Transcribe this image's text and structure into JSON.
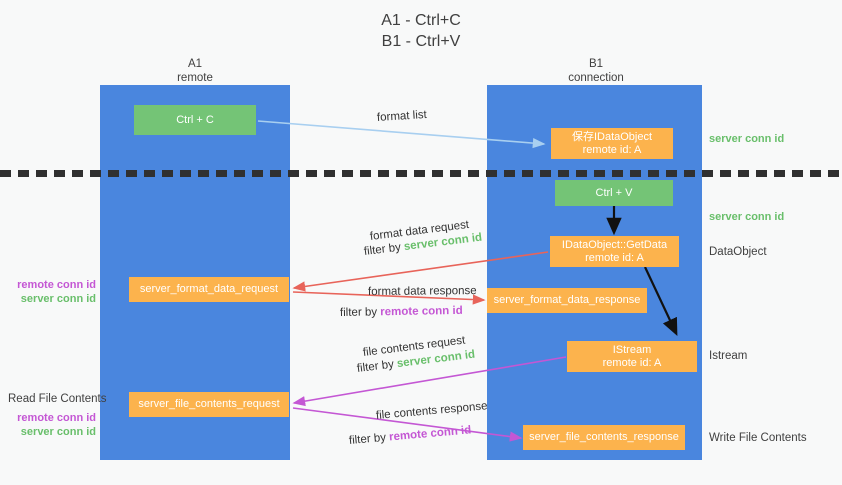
{
  "title": {
    "line1": "A1 - Ctrl+C",
    "line2": "B1 - Ctrl+V"
  },
  "colors": {
    "lane": "#4a86de",
    "green_box": "#74c476",
    "orange_box": "#fcb34d",
    "server_conn": "#69bf6b",
    "remote_conn": "#c457d4",
    "light_arrow": "#a8cff0",
    "red_arrow": "#e8645a",
    "magenta_arrow": "#c457d4",
    "black_arrow": "#111111",
    "background": "#f8f9f9"
  },
  "columns": [
    {
      "name": "A1",
      "sub": "remote"
    },
    {
      "name": "B1",
      "sub": "connection"
    }
  ],
  "boxes": {
    "ctrl_c": {
      "l1": "Ctrl + C"
    },
    "save_idataobject": {
      "l1": "保存IDataObject",
      "l2": "remote id: A"
    },
    "ctrl_v": {
      "l1": "Ctrl + V"
    },
    "getdata": {
      "l1": "IDataObject::GetData",
      "l2": "remote id: A"
    },
    "istream": {
      "l1": "IStream",
      "l2": "remote id: A"
    },
    "server_format_data_request": {
      "l1": "server_format_data_request"
    },
    "server_format_data_response": {
      "l1": "server_format_data_response"
    },
    "server_file_contents_request": {
      "l1": "server_file_contents_request"
    },
    "server_file_contents_response": {
      "l1": "server_file_contents_response"
    }
  },
  "annotations": {
    "format_list": "format list",
    "format_data_request": "format data request",
    "format_data_request_filter_pre": "filter by ",
    "format_data_request_filter_id": "server conn id",
    "format_data_response": "format data response",
    "format_data_response_filter_pre": "filter by ",
    "format_data_response_filter_id": "remote conn id",
    "file_contents_request": "file contents request",
    "file_contents_request_filter_pre": "filter by ",
    "file_contents_request_filter_id": "server conn id",
    "file_contents_response": "file contents response",
    "file_contents_response_filter_pre": "filter by ",
    "file_contents_response_filter_id": "remote conn id"
  },
  "right_labels": {
    "server_conn_top": "server conn id",
    "server_conn_second": "server conn id",
    "dataobject": "DataObject",
    "istream": "Istream",
    "write_file_contents": "Write File Contents"
  },
  "left_labels": {
    "remote_conn_1": "remote conn id",
    "server_conn_1": "server conn id",
    "read_file_contents": "Read File Contents",
    "remote_conn_2": "remote conn id",
    "server_conn_2": "server conn id"
  }
}
